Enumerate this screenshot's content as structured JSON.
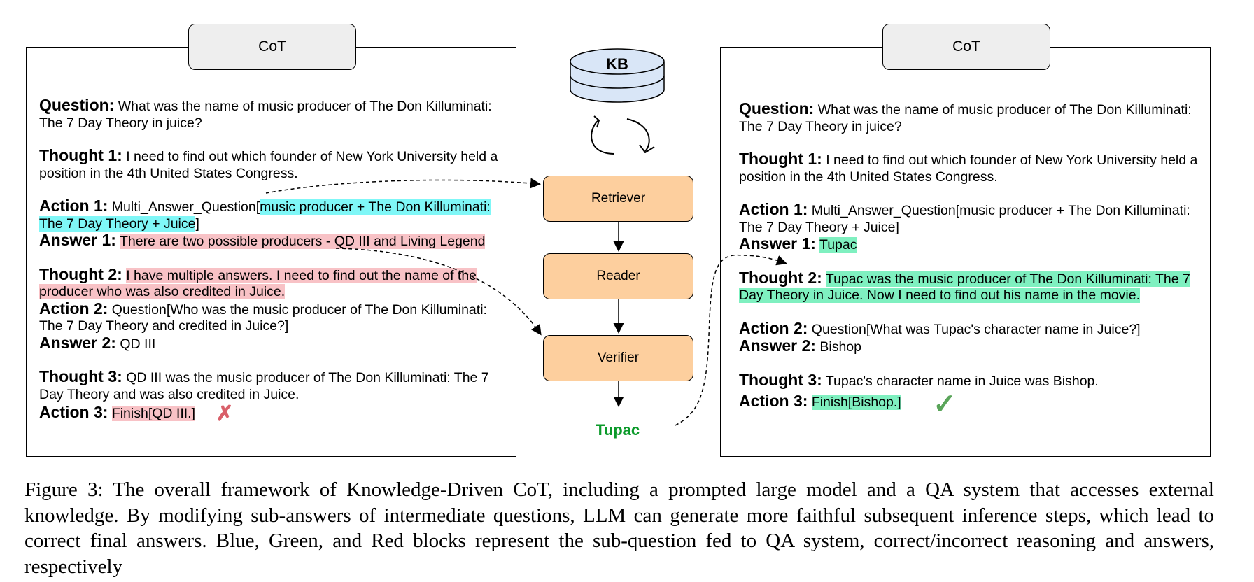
{
  "left_panel": {
    "tab_label": "CoT",
    "question": {
      "label": "Question:",
      "text": " What was the name of music producer of The Don Killuminati: The 7 Day Theory in juice?"
    },
    "thought1": {
      "label": "Thought 1:",
      "text": " I need to find out which founder of New York University held a position in the 4th United States Congress."
    },
    "action1": {
      "label": "Action 1:",
      "prefix": " Multi_Answer_Question[",
      "highlight": "music producer + The Don Killuminati: The 7 Day Theory + Juice",
      "suffix": "]"
    },
    "answer1": {
      "label": "Answer 1:",
      "highlight": "There are two possible producers - QD III and Living Legend"
    },
    "thought2": {
      "label": "Thought 2:",
      "highlight": "I have multiple answers. I need to find out the name of the producer who was also credited in Juice."
    },
    "action2": {
      "label": "Action 2:",
      "text": " Question[Who was the music producer of The Don Killuminati: The 7 Day Theory and credited in Juice?]"
    },
    "answer2": {
      "label": "Answer 2:",
      "text": " QD III"
    },
    "thought3": {
      "label": "Thought 3:",
      "text": " QD III was the music producer of The Don Killuminati: The 7 Day Theory and was also credited in Juice."
    },
    "action3": {
      "label": "Action 3:",
      "highlight": "Finish[QD III.]"
    },
    "mark": "✗"
  },
  "center": {
    "kb_label": "KB",
    "modules": [
      "Retriever",
      "Reader",
      "Verifier"
    ],
    "result": "Tupac"
  },
  "right_panel": {
    "tab_label": "CoT",
    "question": {
      "label": "Question:",
      "text": " What was the name of music producer of The Don Killuminati: The 7 Day Theory in juice?"
    },
    "thought1": {
      "label": "Thought 1:",
      "text": " I need to find out which founder of New York University held a position in the 4th United States Congress."
    },
    "action1": {
      "label": "Action 1:",
      "text": " Multi_Answer_Question[music producer + The Don Killuminati: The 7 Day Theory + Juice]"
    },
    "answer1": {
      "label": "Answer 1:",
      "highlight": "Tupac"
    },
    "thought2": {
      "label": "Thought 2:",
      "highlight": "Tupac was the music producer of The Don Killuminati: The 7 Day Theory in Juice. Now I need to find out his name in the movie."
    },
    "action2": {
      "label": "Action 2:",
      "text": " Question[What was Tupac's character name in Juice?]"
    },
    "answer2": {
      "label": "Answer 2:",
      "text": " Bishop"
    },
    "thought3": {
      "label": "Thought 3:",
      "text": " Tupac's character name in Juice was Bishop."
    },
    "action3": {
      "label": "Action 3:",
      "highlight": "Finish[Bishop.]"
    },
    "mark": "✓"
  },
  "caption": "Figure 3: The overall framework of Knowledge-Driven CoT, including a prompted large model and a QA system that accesses external knowledge. By modifying sub-answers of intermediate questions, LLM can generate more faithful subsequent inference steps, which lead to correct final answers. Blue, Green, and Red blocks represent the sub-question fed to QA system, correct/incorrect reasoning and answers, respectively",
  "colors": {
    "blue_highlight": "#7ff7f7",
    "red_highlight": "#f8c2c6",
    "green_highlight": "#7ff0c0",
    "module_fill": "#fdcf9e",
    "result_text": "#0b9a2a",
    "cross": "#d9606a",
    "check": "#5aa55a"
  }
}
